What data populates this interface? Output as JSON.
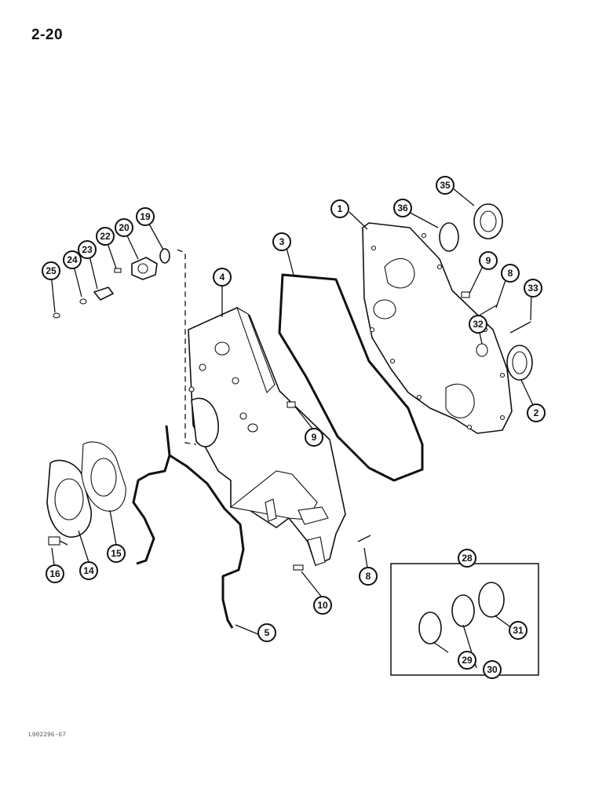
{
  "page_number": "2-20",
  "figure_code": "L902296-67",
  "callouts": [
    {
      "id": "c1",
      "label": "1"
    },
    {
      "id": "c2",
      "label": "2"
    },
    {
      "id": "c3",
      "label": "3"
    },
    {
      "id": "c4",
      "label": "4"
    },
    {
      "id": "c5",
      "label": "5"
    },
    {
      "id": "c8a",
      "label": "8"
    },
    {
      "id": "c8b",
      "label": "8"
    },
    {
      "id": "c9a",
      "label": "9"
    },
    {
      "id": "c9b",
      "label": "9"
    },
    {
      "id": "c10",
      "label": "10"
    },
    {
      "id": "c14",
      "label": "14"
    },
    {
      "id": "c15",
      "label": "15"
    },
    {
      "id": "c16",
      "label": "16"
    },
    {
      "id": "c19",
      "label": "19"
    },
    {
      "id": "c20",
      "label": "20"
    },
    {
      "id": "c22",
      "label": "22"
    },
    {
      "id": "c23",
      "label": "23"
    },
    {
      "id": "c24",
      "label": "24"
    },
    {
      "id": "c25",
      "label": "25"
    },
    {
      "id": "c28",
      "label": "28"
    },
    {
      "id": "c29",
      "label": "29"
    },
    {
      "id": "c30",
      "label": "30"
    },
    {
      "id": "c31",
      "label": "31"
    },
    {
      "id": "c32",
      "label": "32"
    },
    {
      "id": "c33",
      "label": "33"
    },
    {
      "id": "c35",
      "label": "35"
    },
    {
      "id": "c36",
      "label": "36"
    }
  ]
}
